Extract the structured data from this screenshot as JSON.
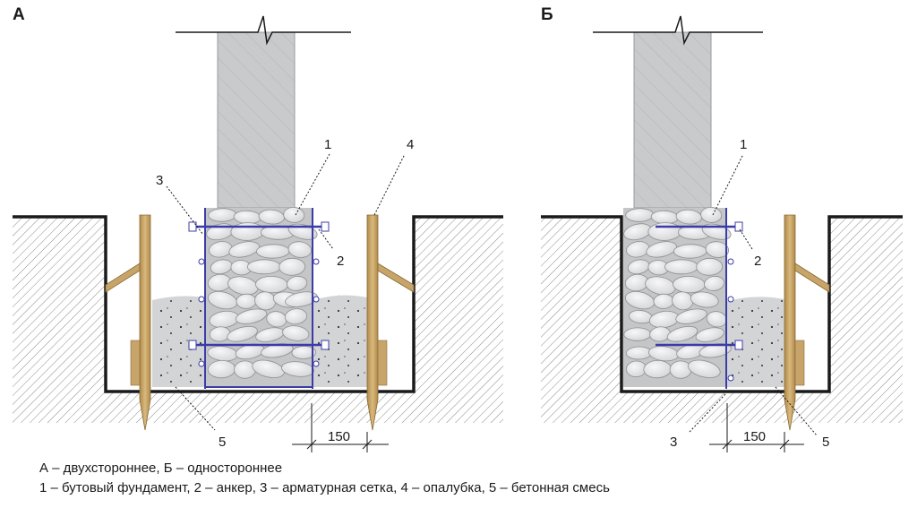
{
  "panels": [
    {
      "letter": "А",
      "callouts": {
        "n1": "1",
        "n2": "2",
        "n3": "3",
        "n4": "4",
        "n5": "5"
      },
      "dimension": "150"
    },
    {
      "letter": "Б",
      "callouts": {
        "n1": "1",
        "n2": "2",
        "n3": "3",
        "n5": "5"
      },
      "dimension": "150"
    }
  ],
  "caption": {
    "line1": "А – двухстороннее, Б – одностороннее",
    "line2": "1 – бутовый фундамент, 2 – анкер, 3 – арматурная сетка, 4 – опалубка, 5 – бетонная смесь"
  },
  "colors": {
    "column": "#c9cacb",
    "stone": "#e6e7e8",
    "concrete": "#d3d4d6",
    "mesh": "#3c3ca8",
    "wood": "#c7a46a",
    "soil_line": "#1a1a1a"
  }
}
